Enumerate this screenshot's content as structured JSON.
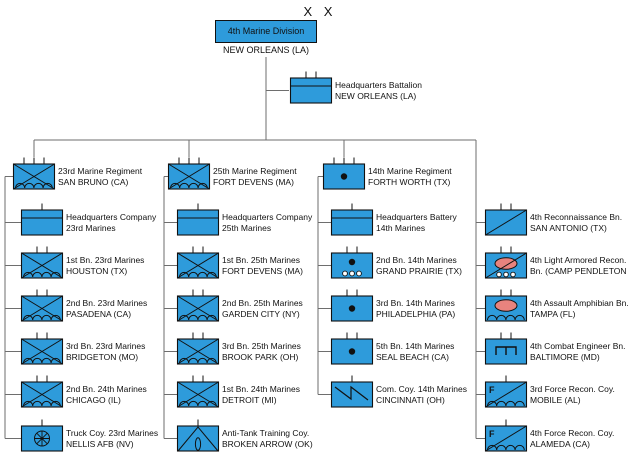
{
  "meta": {
    "colors": {
      "unit_box_blue": "#2E9BDB",
      "armor_red": "#E8837E",
      "connector_gray": "#6e6e6e",
      "outline_black": "#111111"
    }
  },
  "division": {
    "size_mark": "X X",
    "name": "4th Marine Division",
    "location": "NEW ORLEANS (LA)",
    "symbol": "division-headquarters",
    "size": "division"
  },
  "hq_battalion": {
    "name": "Headquarters Battalion",
    "location": "NEW ORLEANS (LA)",
    "symbol": "headquarters",
    "size": "battalion"
  },
  "columns": [
    {
      "regiment": {
        "name": "23rd Marine Regiment",
        "location": "SAN BRUNO (CA)",
        "symbol": "marine-infantry",
        "size": "regiment"
      },
      "units": [
        {
          "name": "Headquarters Company",
          "location": "23rd Marines",
          "symbol": "headquarters",
          "size": "company"
        },
        {
          "name": "1st Bn. 23rd Marines",
          "location": "HOUSTON (TX)",
          "symbol": "marine-infantry",
          "size": "battalion"
        },
        {
          "name": "2nd Bn. 23rd Marines",
          "location": "PASADENA (CA)",
          "symbol": "marine-infantry",
          "size": "battalion"
        },
        {
          "name": "3rd Bn. 23rd Marines",
          "location": "BRIDGETON (MO)",
          "symbol": "marine-infantry",
          "size": "battalion"
        },
        {
          "name": "2nd Bn. 24th Marines",
          "location": "CHICAGO (IL)",
          "symbol": "marine-infantry",
          "size": "battalion"
        },
        {
          "name": "Truck Coy. 23rd Marines",
          "location": "NELLIS AFB (NV)",
          "symbol": "truck-transport",
          "size": "company"
        }
      ]
    },
    {
      "regiment": {
        "name": "25th Marine Regiment",
        "location": "FORT DEVENS (MA)",
        "symbol": "marine-infantry",
        "size": "regiment"
      },
      "units": [
        {
          "name": "Headquarters Company",
          "location": "25th Marines",
          "symbol": "headquarters",
          "size": "company"
        },
        {
          "name": "1st Bn. 25th Marines",
          "location": "FORT DEVENS (MA)",
          "symbol": "marine-infantry",
          "size": "battalion"
        },
        {
          "name": "2nd Bn. 25th Marines",
          "location": "GARDEN CITY (NY)",
          "symbol": "marine-infantry",
          "size": "battalion"
        },
        {
          "name": "3rd Bn. 25th Marines",
          "location": "BROOK PARK (OH)",
          "symbol": "marine-infantry",
          "size": "battalion"
        },
        {
          "name": "1st Bn. 24th Marines",
          "location": "DETROIT (MI)",
          "symbol": "marine-infantry",
          "size": "battalion"
        },
        {
          "name": "Anti-Tank Training Coy.",
          "location": "BROKEN ARROW (OK)",
          "symbol": "anti-tank",
          "size": "company"
        }
      ]
    },
    {
      "regiment": {
        "name": "14th Marine Regiment",
        "location": "FORTH WORTH (TX)",
        "symbol": "artillery",
        "size": "regiment"
      },
      "units": [
        {
          "name": "Headquarters Battery",
          "location": "14th Marines",
          "symbol": "headquarters",
          "size": "company"
        },
        {
          "name": "2nd Bn. 14th Marines",
          "location": "GRAND PRAIRIE (TX)",
          "symbol": "towed-artillery",
          "size": "battalion"
        },
        {
          "name": "3rd Bn. 14th Marines",
          "location": "PHILADELPHIA (PA)",
          "symbol": "artillery",
          "size": "battalion"
        },
        {
          "name": "5th Bn. 14th Marines",
          "location": "SEAL BEACH (CA)",
          "symbol": "artillery",
          "size": "battalion"
        },
        {
          "name": "Com. Coy. 14th Marines",
          "location": "CINCINNATI (OH)",
          "symbol": "communications",
          "size": "company"
        }
      ]
    },
    {
      "regiment": null,
      "units": [
        {
          "name": "4th Reconnaissance Bn.",
          "location": "SAN ANTONIO (TX)",
          "symbol": "reconnaissance",
          "size": "battalion"
        },
        {
          "name": "4th Light Armored Recon.",
          "location": "Bn. (CAMP PENDLETON",
          "symbol": "light-armored-recon",
          "size": "battalion"
        },
        {
          "name": "4th Assault Amphibian Bn.",
          "location": "TAMPA (FL)",
          "symbol": "assault-amphibian",
          "size": "battalion"
        },
        {
          "name": "4th Combat Engineer Bn.",
          "location": "BALTIMORE (MD)",
          "symbol": "combat-engineer",
          "size": "battalion"
        },
        {
          "name": "3rd Force Recon. Coy.",
          "location": "MOBILE (AL)",
          "symbol": "force-recon",
          "size": "company"
        },
        {
          "name": "4th Force Recon. Coy.",
          "location": "ALAMEDA (CA)",
          "symbol": "force-recon",
          "size": "company"
        }
      ]
    }
  ]
}
